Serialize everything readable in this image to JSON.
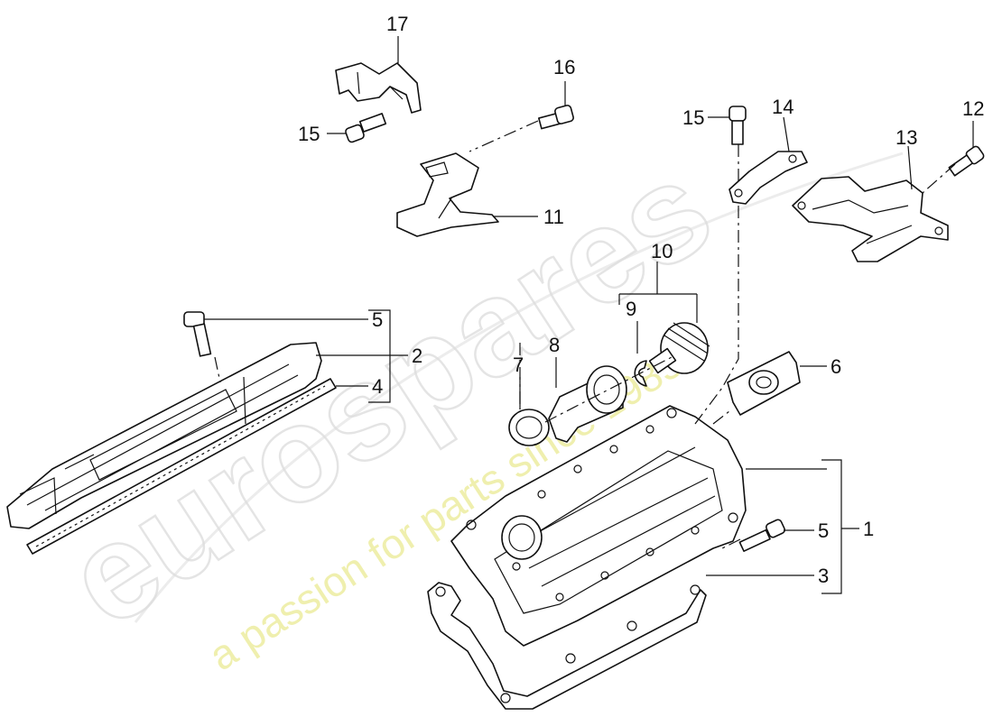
{
  "watermark": {
    "brand": "eurospares",
    "tagline": "a passion for parts since 1985"
  },
  "callouts": [
    {
      "id": "c1",
      "text": "1"
    },
    {
      "id": "c2",
      "text": "2"
    },
    {
      "id": "c3",
      "text": "3"
    },
    {
      "id": "c4",
      "text": "4"
    },
    {
      "id": "c5a",
      "text": "5"
    },
    {
      "id": "c5b",
      "text": "5"
    },
    {
      "id": "c6",
      "text": "6"
    },
    {
      "id": "c7",
      "text": "7"
    },
    {
      "id": "c8",
      "text": "8"
    },
    {
      "id": "c9",
      "text": "9"
    },
    {
      "id": "c10",
      "text": "10"
    },
    {
      "id": "c11",
      "text": "11"
    },
    {
      "id": "c12",
      "text": "12"
    },
    {
      "id": "c13",
      "text": "13"
    },
    {
      "id": "c14",
      "text": "14"
    },
    {
      "id": "c15a",
      "text": "15"
    },
    {
      "id": "c15b",
      "text": "15"
    },
    {
      "id": "c16",
      "text": "16"
    },
    {
      "id": "c17",
      "text": "17"
    }
  ]
}
